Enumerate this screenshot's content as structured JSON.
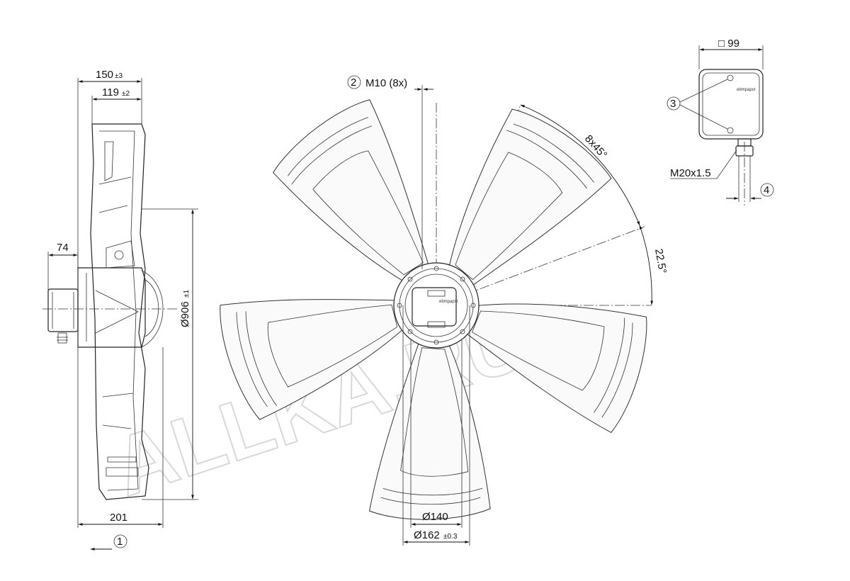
{
  "watermark": "ALLKA.RU",
  "dimensions": {
    "overall_depth": "150",
    "overall_depth_tol": "±3",
    "depth_2": "119",
    "depth_2_tol": "±2",
    "terminal_offset": "74",
    "base_width": "201",
    "diameter": "Ø906",
    "diameter_tol": "±1",
    "thread_note": "M10 (8x)",
    "angle_pitch": "8x45°",
    "angle_offset": "22.5°",
    "bolt_circle": "Ø140",
    "hub_circle": "Ø162",
    "hub_circle_tol": "±0.3",
    "box_size": "□ 99",
    "gland_thread": "M20x1.5"
  },
  "callouts": {
    "c1": "1",
    "c2": "2",
    "c3": "3",
    "c4": "4"
  },
  "box_logo": "ebmpapst",
  "hub_logo": "ebmpapst"
}
